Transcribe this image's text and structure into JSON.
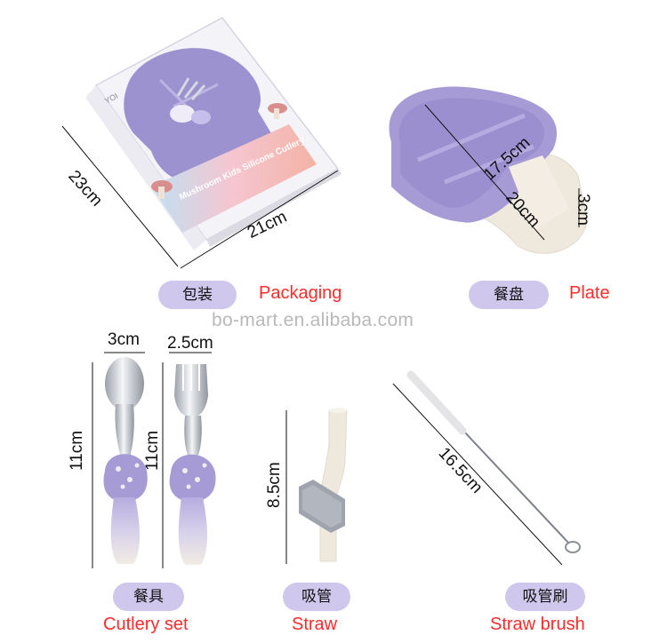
{
  "watermark": "bo-mart.en.alibaba.com",
  "packaging": {
    "box_title": "Mushroom Kids Silicone Cutlery",
    "box_brand": "YOI",
    "dim_height": "23cm",
    "dim_width": "21cm",
    "label_cn": "包装",
    "label_en": "Packaging"
  },
  "plate": {
    "dim_diagonal": "17.5cm",
    "dim_length": "20cm",
    "dim_depth": "3cm",
    "label_cn": "餐盘",
    "label_en": "Plate"
  },
  "cutlery": {
    "dim_spoon_width": "3cm",
    "dim_fork_width": "2.5cm",
    "dim_spoon_length": "11cm",
    "dim_fork_length": "11cm",
    "label_cn": "餐具",
    "label_en": "Cutlery set"
  },
  "straw": {
    "dim_length": "8.5cm",
    "label_cn": "吸管",
    "label_en": "Straw"
  },
  "brush": {
    "dim_length": "16.5cm",
    "label_cn": "吸管刷",
    "label_en": "Straw brush"
  },
  "colors": {
    "purple": "#a79bd6",
    "purple_dark": "#8f82c6",
    "cream": "#efe8dd",
    "pill": "#cfc7ec",
    "caption_red": "#ff2a2a",
    "steel": "#c9ccd3"
  }
}
